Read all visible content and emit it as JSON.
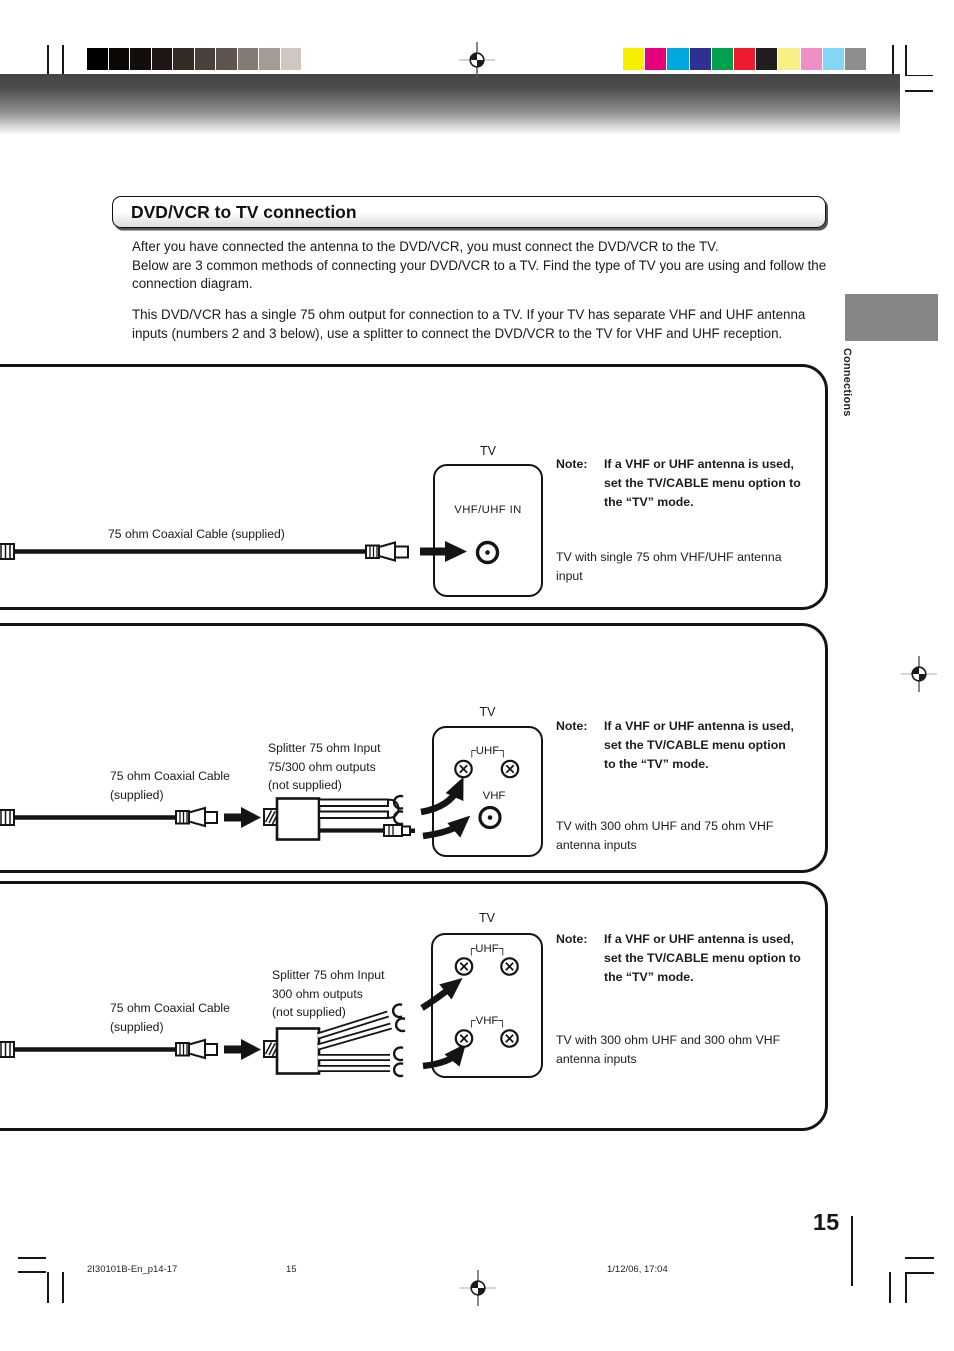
{
  "print_marks": {
    "grayscale_bar": [
      "#000000",
      "#0b0805",
      "#140e0b",
      "#1f1713",
      "#352b26",
      "#4b413c",
      "#5f544e",
      "#847a74",
      "#a59b95",
      "#d1c7c2",
      "#ffffff"
    ],
    "color_bar": [
      "#f9ed00",
      "#e6007d",
      "#00a7e1",
      "#2e3192",
      "#00a250",
      "#ec1b2e",
      "#221e1f",
      "#f8ee86",
      "#f08fc6",
      "#83d6f4",
      "#8d8d8d"
    ]
  },
  "side_tab": {
    "label": "Connections"
  },
  "title_box": {
    "title": "DVD/VCR to TV connection"
  },
  "intro": {
    "p1_lines": [
      "After you have connected the antenna to the DVD/VCR, you must connect the DVD/VCR to the TV.",
      "Below are 3 common methods of connecting your DVD/VCR to a TV. Find the type of TV you are using and follow the",
      "connection diagram."
    ],
    "p2_lines": [
      "This DVD/VCR has a single 75 ohm output for connection to a TV. If your TV has separate VHF and UHF antenna",
      "inputs (numbers 2 and 3 below), use a splitter to connect the DVD/VCR to the TV for VHF and UHF reception."
    ]
  },
  "diagram1": {
    "tv_label": "TV",
    "jack_label": "VHF/UHF IN",
    "cable_label": "75 ohm Coaxial Cable (supplied)",
    "note_heading": "Note:",
    "note_lines": [
      "If a VHF or UHF antenna is used,",
      "set the TV/CABLE menu option to",
      "the “TV” mode."
    ],
    "caption_lines": [
      "TV with single 75 ohm VHF/UHF antenna",
      "input"
    ]
  },
  "diagram2": {
    "tv_label": "TV",
    "uhf_label": "┌UHF┐",
    "vhf_label": "VHF",
    "splitter_lines": [
      "Splitter 75 ohm Input",
      "75/300 ohm outputs",
      "(not supplied)"
    ],
    "cable_lines": [
      "75 ohm Coaxial Cable",
      "(supplied)"
    ],
    "note_heading": "Note:",
    "note_lines": [
      "If a VHF or UHF antenna is used,",
      "set the TV/CABLE menu option",
      "to the “TV” mode."
    ],
    "caption_lines": [
      "TV with 300 ohm UHF and 75 ohm VHF",
      "antenna inputs"
    ]
  },
  "diagram3": {
    "tv_label": "TV",
    "uhf_label": "┌UHF┐",
    "vhf_label": "┌VHF┐",
    "splitter_lines": [
      "Splitter 75 ohm Input",
      "300 ohm outputs",
      "(not supplied)"
    ],
    "cable_lines": [
      "75 ohm Coaxial Cable",
      "(supplied)"
    ],
    "note_heading": "Note:",
    "note_lines": [
      "If a VHF or UHF antenna is used,",
      "set the TV/CABLE menu option to",
      "the “TV” mode."
    ],
    "caption_lines": [
      "TV with 300 ohm UHF and 300 ohm VHF",
      "antenna inputs"
    ]
  },
  "footer": {
    "page_number": "15",
    "file_name": "2I30101B-En_p14-17",
    "sheet_number": "15",
    "timestamp": "1/12/06, 17:04"
  }
}
